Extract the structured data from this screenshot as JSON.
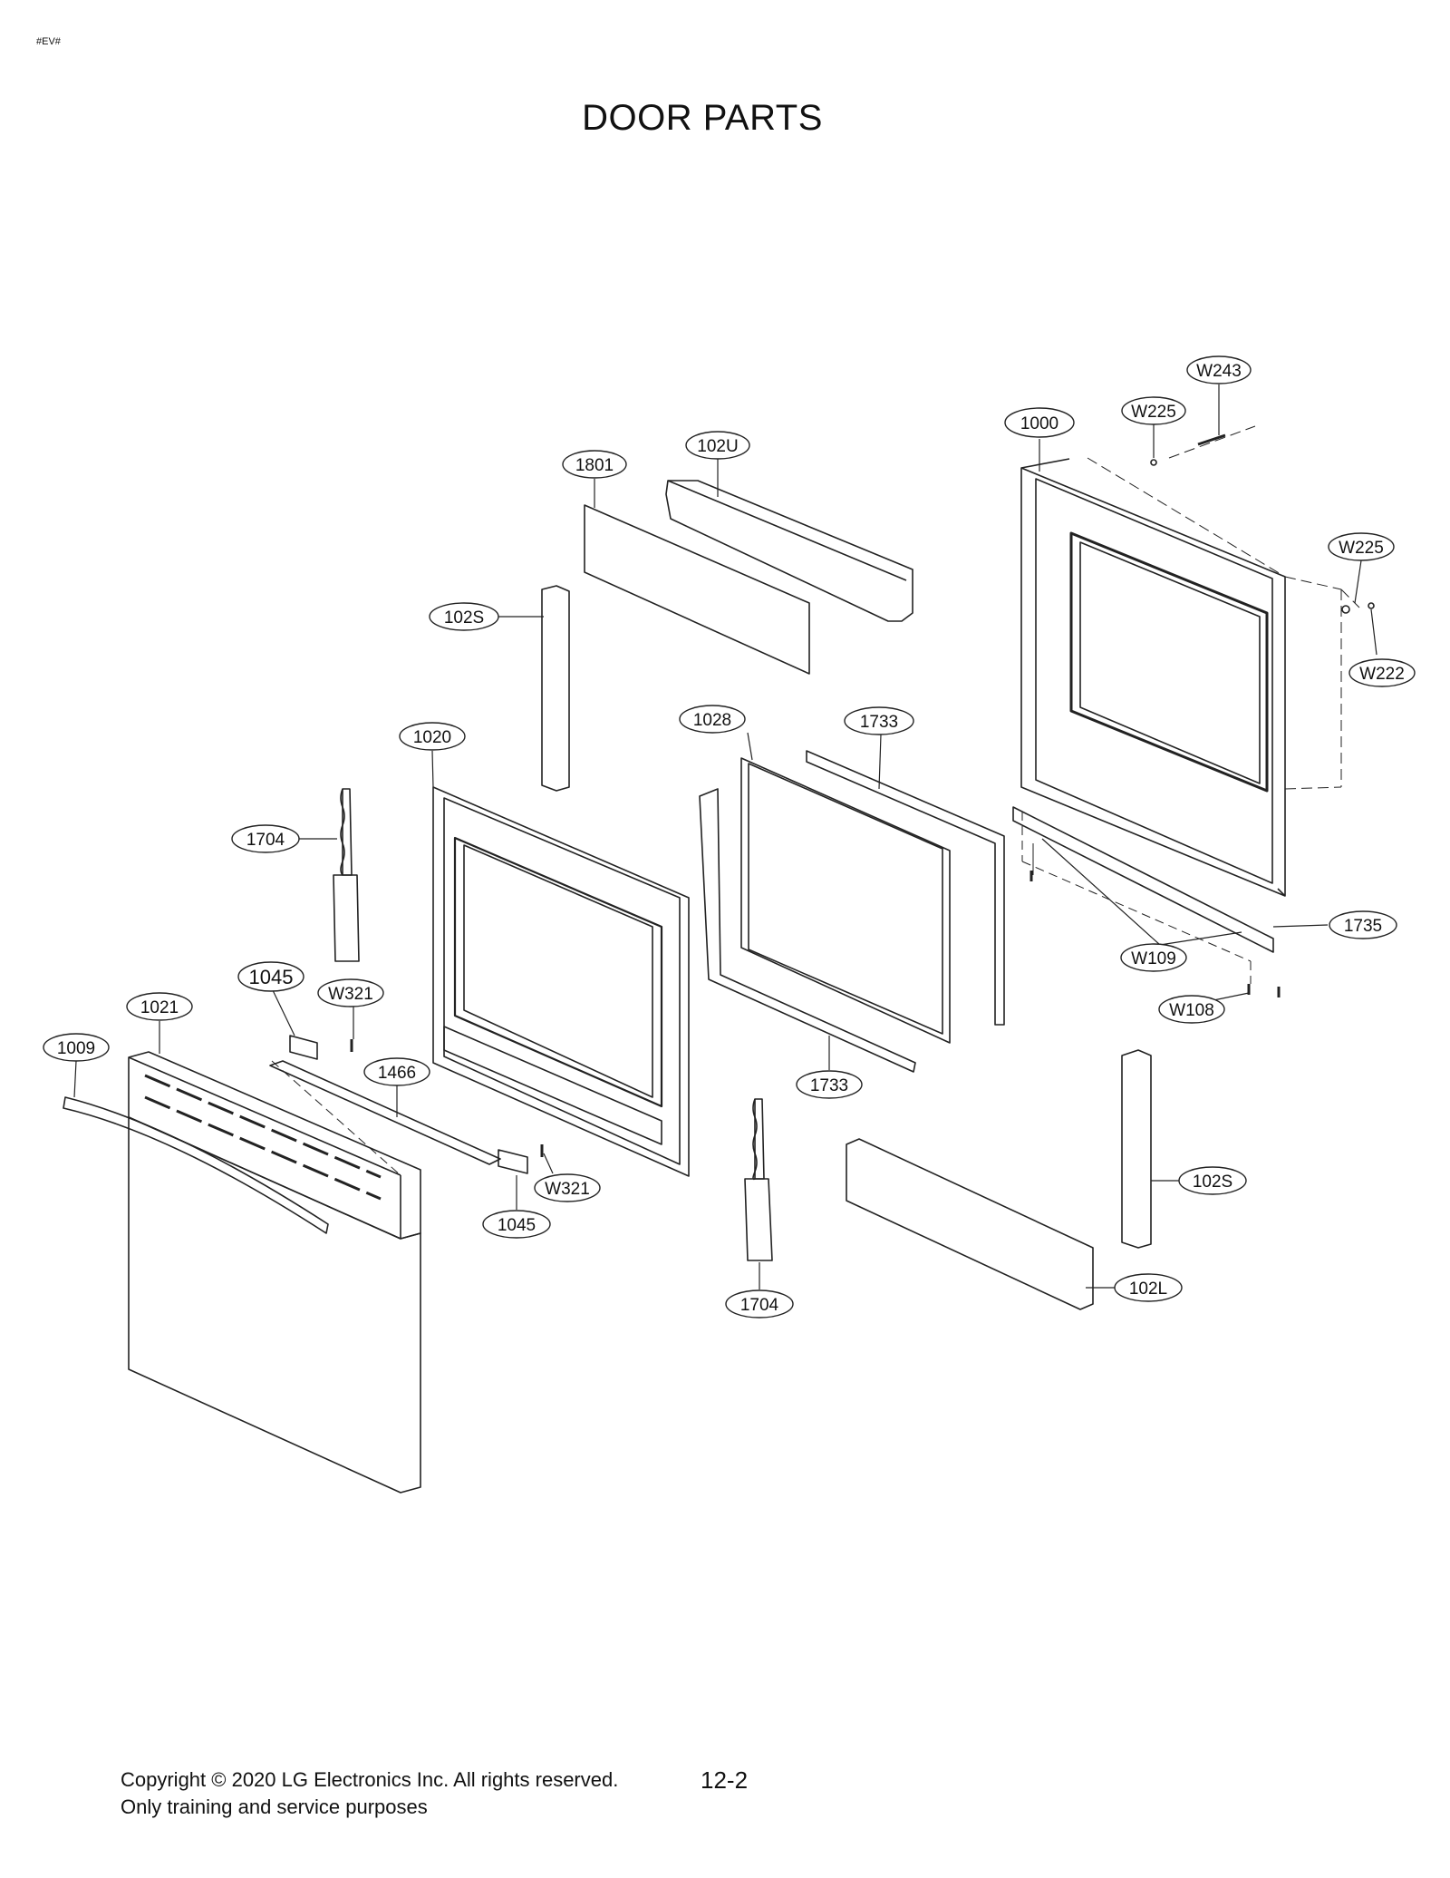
{
  "doc_code": "#EV#",
  "title": "DOOR PARTS",
  "callouts": {
    "w243": "W243",
    "w225_top": "W225",
    "part_1000": "1000",
    "part_102u": "102U",
    "part_1801": "1801",
    "w225_right": "W225",
    "w222": "W222",
    "part_102s_top": "102S",
    "part_1028": "1028",
    "part_1733_top": "1733",
    "part_1020": "1020",
    "part_1704_left": "1704",
    "part_1735": "1735",
    "w109": "W109",
    "part_1045_top": "1045",
    "w321_top": "W321",
    "part_1021": "1021",
    "w108": "W108",
    "part_1009": "1009",
    "part_1466": "1466",
    "part_1733_bottom": "1733",
    "w321_bottom": "W321",
    "part_1045_bottom": "1045",
    "part_102s_right": "102S",
    "part_102l": "102L",
    "part_1704_bottom": "1704"
  },
  "footer": {
    "copyright": "Copyright © 2020 LG Electronics Inc. All rights reserved.",
    "note": "Only training and service purposes",
    "page": "12-2"
  }
}
